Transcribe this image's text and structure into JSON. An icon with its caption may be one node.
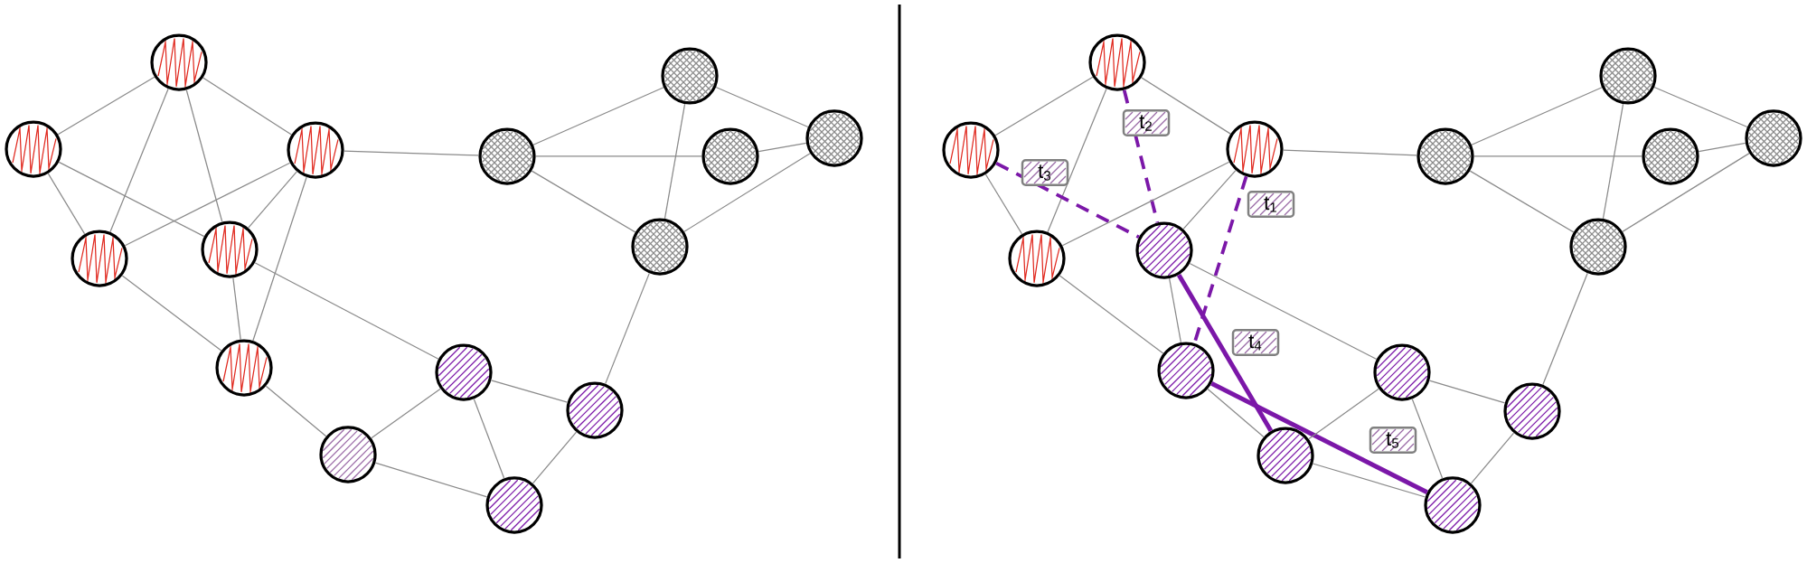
{
  "diagram": {
    "nodes": [
      {
        "text": [],
        "shape": "circle"
      },
      {
        "text": [],
        "shape": "circle"
      },
      {
        "text": [],
        "shape": "circle"
      },
      {
        "text": [],
        "shape": "circle"
      },
      {
        "text": [],
        "shape": "circle"
      },
      {
        "text": [],
        "shape": "circle"
      },
      {
        "text": [],
        "shape": "circle"
      },
      {
        "text": [],
        "shape": "circle"
      },
      {
        "text": [],
        "shape": "circle"
      },
      {
        "text": [],
        "shape": "circle"
      },
      {
        "text": [],
        "shape": "circle"
      },
      {
        "text": [],
        "shape": "circle"
      },
      {
        "text": [],
        "shape": "circle"
      },
      {
        "text": [],
        "shape": "circle"
      },
      {
        "text": [],
        "shape": "circle"
      },
      {
        "text": [],
        "shape": "circle"
      },
      {
        "text": [],
        "shape": "circle"
      },
      {
        "text": [],
        "shape": "circle"
      },
      {
        "text": [],
        "shape": "circle"
      },
      {
        "text": [],
        "shape": "circle"
      },
      {
        "text": [],
        "shape": "circle"
      },
      {
        "text": [],
        "shape": "circle"
      },
      {
        "text": [],
        "shape": "circle"
      },
      {
        "text": [],
        "shape": "circle"
      },
      {
        "text": [],
        "shape": "circle"
      },
      {
        "text": [],
        "shape": "circle"
      },
      {
        "text": [],
        "shape": "circle"
      },
      {
        "text": [],
        "shape": "circle"
      },
      {
        "text": [],
        "shape": "circle"
      },
      {
        "text": [],
        "shape": "circle"
      }
    ],
    "edges": [
      {
        "from": 0,
        "to": 1,
        "arrow": "none"
      },
      {
        "from": 0,
        "to": 2,
        "arrow": "none"
      },
      {
        "from": 0,
        "to": 3,
        "arrow": "none"
      },
      {
        "from": 0,
        "to": 4,
        "arrow": "none"
      },
      {
        "from": 1,
        "to": 3,
        "arrow": "none"
      },
      {
        "from": 1,
        "to": 4,
        "arrow": "none"
      },
      {
        "from": 2,
        "to": 3,
        "arrow": "none"
      },
      {
        "from": 2,
        "to": 4,
        "arrow": "none"
      },
      {
        "from": 2,
        "to": 5,
        "arrow": "none"
      },
      {
        "from": 2,
        "to": 6,
        "arrow": "none"
      },
      {
        "from": 3,
        "to": 5,
        "arrow": "none"
      },
      {
        "from": 4,
        "to": 5,
        "arrow": "none"
      },
      {
        "from": 4,
        "to": 11,
        "arrow": "none"
      },
      {
        "from": 5,
        "to": 13,
        "arrow": "none"
      },
      {
        "from": 6,
        "to": 7,
        "arrow": "none"
      },
      {
        "from": 6,
        "to": 8,
        "arrow": "none"
      },
      {
        "from": 6,
        "to": 10,
        "arrow": "none"
      },
      {
        "from": 7,
        "to": 9,
        "arrow": "none"
      },
      {
        "from": 7,
        "to": 10,
        "arrow": "none"
      },
      {
        "from": 8,
        "to": 9,
        "arrow": "none"
      },
      {
        "from": 9,
        "to": 10,
        "arrow": "none"
      },
      {
        "from": 10,
        "to": 12,
        "arrow": "none"
      },
      {
        "from": 11,
        "to": 12,
        "arrow": "none"
      },
      {
        "from": 11,
        "to": 13,
        "arrow": "none"
      },
      {
        "from": 11,
        "to": 14,
        "arrow": "none"
      },
      {
        "from": 12,
        "to": 14,
        "arrow": "none"
      },
      {
        "from": 13,
        "to": 14,
        "arrow": "none"
      },
      {
        "from": 15,
        "to": 16,
        "arrow": "none"
      },
      {
        "from": 15,
        "to": 18,
        "arrow": "none"
      },
      {
        "from": 15,
        "to": 17,
        "arrow": "none"
      },
      {
        "from": 15,
        "to": 19,
        "arrow": "none",
        "label": "t$_{2}$",
        "style": "dashed",
        "color": "#7b17a8"
      },
      {
        "from": 16,
        "to": 18,
        "arrow": "none"
      },
      {
        "from": 16,
        "to": 19,
        "arrow": "none",
        "label": "t$_{3}$",
        "style": "dashed",
        "color": "#7b17a8"
      },
      {
        "from": 17,
        "to": 18,
        "arrow": "none"
      },
      {
        "from": 17,
        "to": 19,
        "arrow": "none"
      },
      {
        "from": 17,
        "to": 20,
        "arrow": "none",
        "label": "t$_{1}$",
        "style": "dashed",
        "color": "#7b17a8"
      },
      {
        "from": 17,
        "to": 21,
        "arrow": "none"
      },
      {
        "from": 18,
        "to": 20,
        "arrow": "none"
      },
      {
        "from": 19,
        "to": 20,
        "arrow": "none"
      },
      {
        "from": 19,
        "to": 26,
        "arrow": "none"
      },
      {
        "from": 19,
        "to": 28,
        "arrow": "none",
        "label": "t$_{4}$",
        "style": "thick",
        "color": "#7b17a8"
      },
      {
        "from": 20,
        "to": 28,
        "arrow": "none"
      },
      {
        "from": 20,
        "to": 29,
        "arrow": "none",
        "label": "t$_{5}$",
        "style": "thick",
        "color": "#7b17a8"
      },
      {
        "from": 21,
        "to": 22,
        "arrow": "none"
      },
      {
        "from": 21,
        "to": 23,
        "arrow": "none"
      },
      {
        "from": 21,
        "to": 25,
        "arrow": "none"
      },
      {
        "from": 22,
        "to": 24,
        "arrow": "none"
      },
      {
        "from": 22,
        "to": 25,
        "arrow": "none"
      },
      {
        "from": 23,
        "to": 24,
        "arrow": "none"
      },
      {
        "from": 24,
        "to": 25,
        "arrow": "none"
      },
      {
        "from": 25,
        "to": 27,
        "arrow": "none"
      },
      {
        "from": 26,
        "to": 27,
        "arrow": "none"
      },
      {
        "from": 26,
        "to": 28,
        "arrow": "none"
      },
      {
        "from": 26,
        "to": 29,
        "arrow": "none"
      },
      {
        "from": 27,
        "to": 29,
        "arrow": "none"
      },
      {
        "from": 28,
        "to": 29,
        "arrow": "none"
      }
    ]
  }
}
